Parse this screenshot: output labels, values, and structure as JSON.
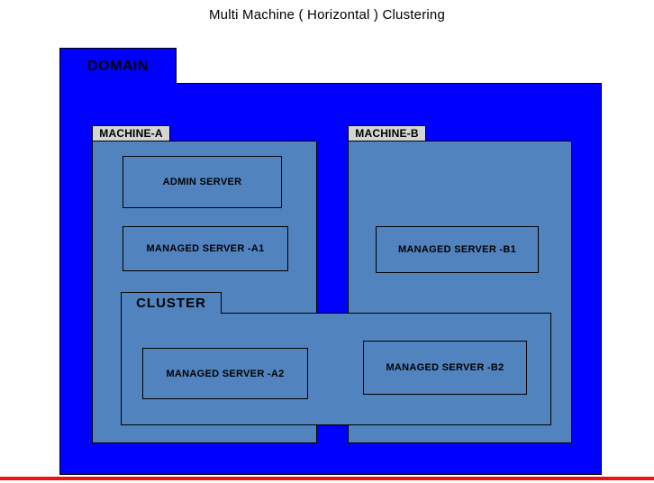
{
  "title": "Multi Machine ( Horizontal ) Clustering",
  "domain": {
    "label": "DOMAIN",
    "fill": "#0000ff"
  },
  "machines": [
    {
      "id": "machine-a",
      "label": "MACHINE-A",
      "tab_fill": "#d4d4d4",
      "fill": "#5183bf",
      "servers": [
        {
          "id": "admin-server",
          "label": "ADMIN SERVER"
        },
        {
          "id": "managed-server-a1",
          "label": "MANAGED SERVER -A1"
        }
      ]
    },
    {
      "id": "machine-b",
      "label": "MACHINE-B",
      "tab_fill": "#d4d4d4",
      "fill": "#5183bf",
      "servers": [
        {
          "id": "managed-server-b1",
          "label": "MANAGED SERVER -B1"
        }
      ]
    }
  ],
  "cluster": {
    "label": "CLUSTER",
    "fill": "#5183bf",
    "members": [
      {
        "id": "managed-server-a2",
        "label": "MANAGED SERVER -A2",
        "machine": "machine-a"
      },
      {
        "id": "managed-server-b2",
        "label": "MANAGED SERVER -B2",
        "machine": "machine-b"
      }
    ]
  },
  "bottom_rule": {
    "color": "#ee1111"
  }
}
